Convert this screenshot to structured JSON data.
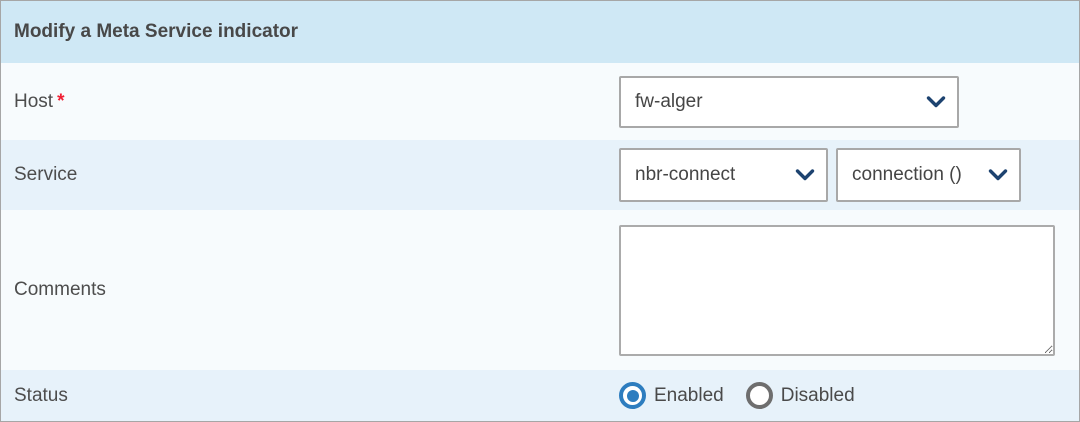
{
  "panel": {
    "title": "Modify a Meta Service indicator"
  },
  "colors": {
    "header_bg": "#cfe8f5",
    "row_light_bg": "#f7fbfd",
    "row_blue_bg": "#e7f2fa",
    "accent_blue": "#2d7dbf",
    "chevron_blue": "#1d4370",
    "required_red": "#f01e33",
    "input_border": "#a8a8a8"
  },
  "fields": {
    "host": {
      "label": "Host",
      "required_marker": "*",
      "value": "fw-alger"
    },
    "service": {
      "label": "Service",
      "value": "nbr-connect",
      "metric_value": "connection ()"
    },
    "comments": {
      "label": "Comments",
      "value": ""
    },
    "status": {
      "label": "Status",
      "options": [
        {
          "label": "Enabled",
          "selected": true
        },
        {
          "label": "Disabled",
          "selected": false
        }
      ]
    }
  }
}
